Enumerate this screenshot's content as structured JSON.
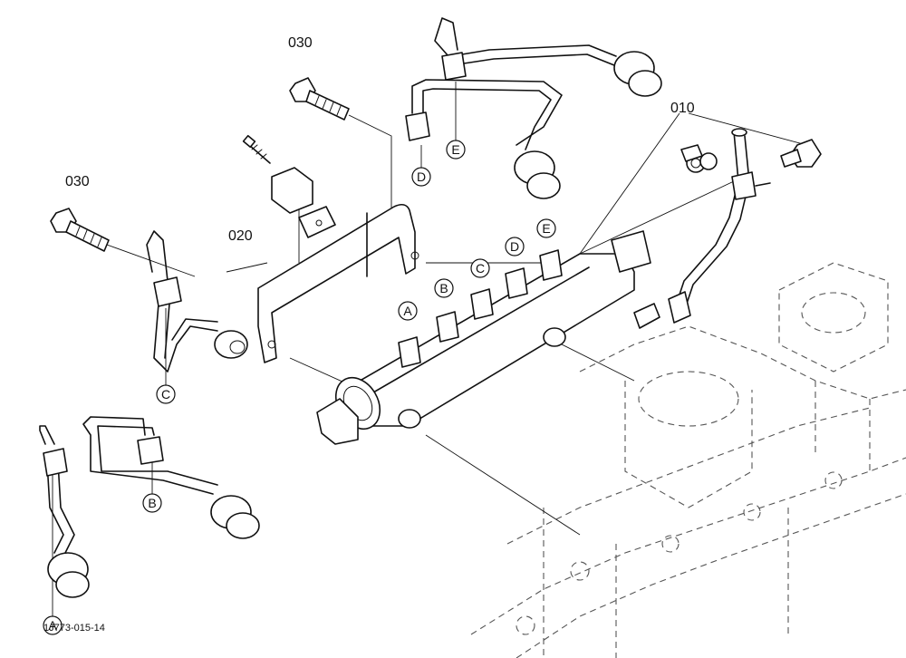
{
  "part_numbers": {
    "p010": "010",
    "p020": "020",
    "p030_top": "030",
    "p030_left": "030"
  },
  "callouts": {
    "rail_a": "A",
    "rail_b": "B",
    "rail_c": "C",
    "rail_d": "D",
    "rail_e": "E",
    "pipe_a": "A",
    "pipe_b": "B",
    "pipe_c": "C",
    "pipe_d": "D",
    "pipe_e": "E"
  },
  "drawing_number": "1J773-015-14"
}
